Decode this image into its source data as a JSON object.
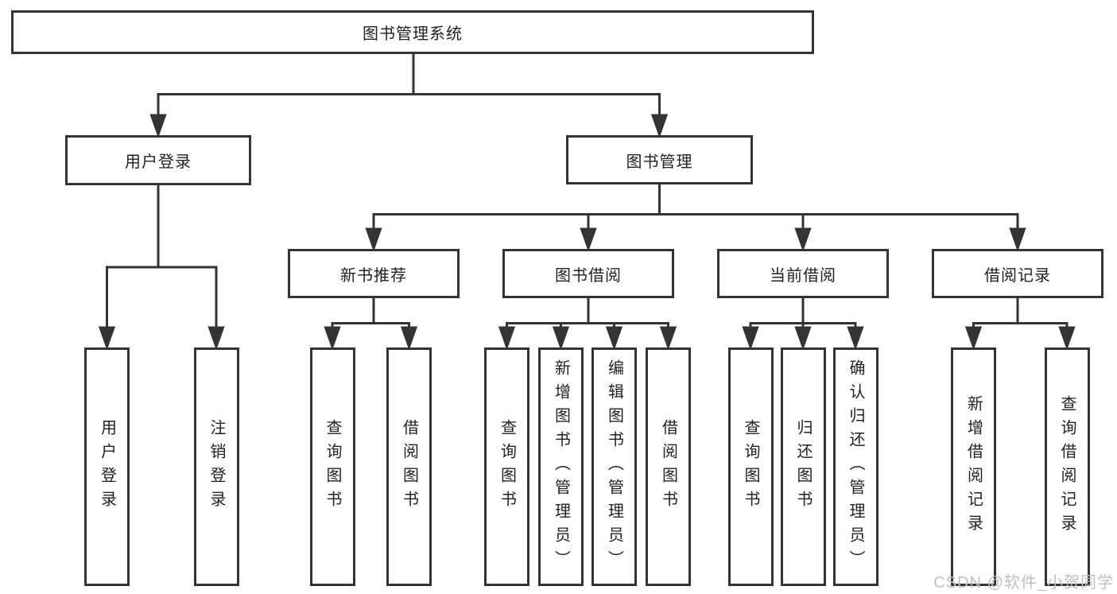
{
  "colors": {
    "background": "#ffffff",
    "line": "#333333",
    "box_border": "#333333",
    "box_fill": "#ffffff",
    "text": "#222222",
    "watermark": "#bfbfbf"
  },
  "watermark": {
    "text": "CSDN @软件_小贺同学"
  },
  "tree": {
    "root": {
      "label": "图书管理系统"
    },
    "branches": [
      {
        "label": "用户登录",
        "children": [
          {
            "label": "用户登录"
          },
          {
            "label": "注销登录"
          }
        ]
      },
      {
        "label": "图书管理",
        "children": [
          {
            "label": "新书推荐",
            "children": [
              {
                "label": "查询图书"
              },
              {
                "label": "借阅图书"
              }
            ]
          },
          {
            "label": "图书借阅",
            "children": [
              {
                "label": "查询图书"
              },
              {
                "label": "新增图书（管理员）"
              },
              {
                "label": "编辑图书（管理员）"
              },
              {
                "label": "借阅图书"
              }
            ]
          },
          {
            "label": "当前借阅",
            "children": [
              {
                "label": "查询图书"
              },
              {
                "label": "归还图书"
              },
              {
                "label": "确认归还（管理员）"
              }
            ]
          },
          {
            "label": "借阅记录",
            "children": [
              {
                "label": "新增借阅记录"
              },
              {
                "label": "查询借阅记录"
              }
            ]
          }
        ]
      }
    ]
  }
}
